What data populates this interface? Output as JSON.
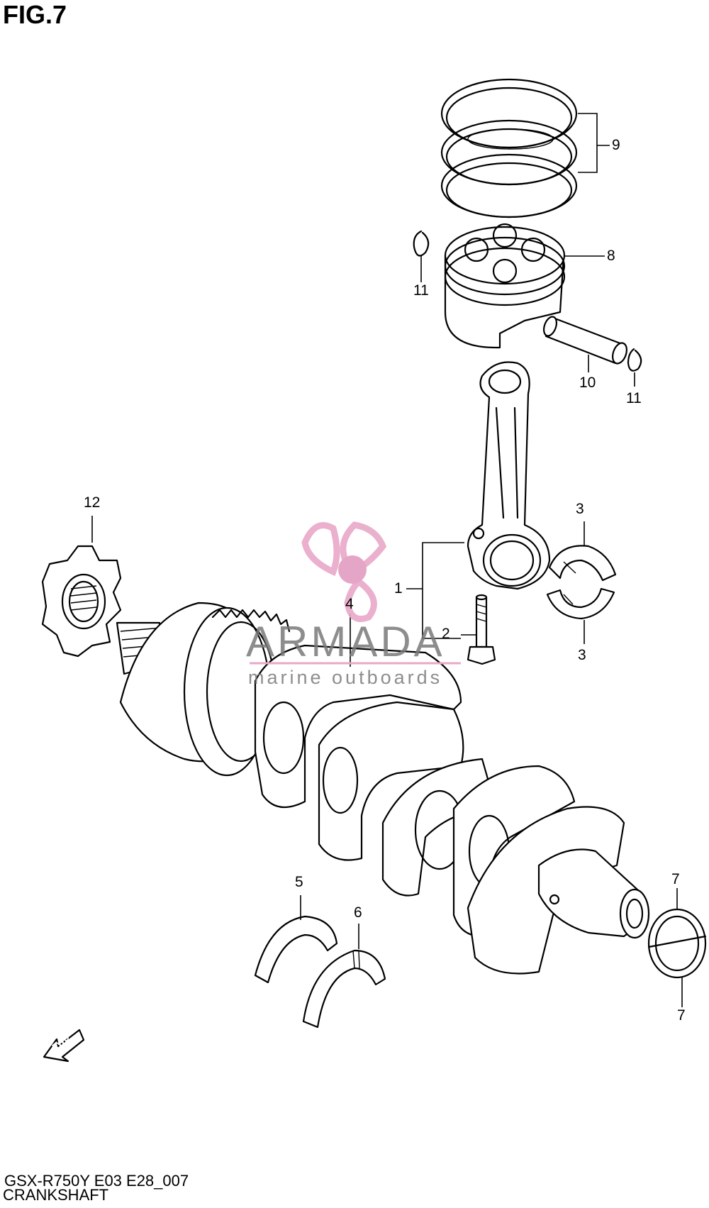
{
  "figure": {
    "title": "FIG.7",
    "model_code": "GSX-R750Y E03 E28_007",
    "section": "CRANKSHAFT"
  },
  "callouts": {
    "c1": "1",
    "c2": "2",
    "c3a": "3",
    "c3b": "3",
    "c4": "4",
    "c5": "5",
    "c6": "6",
    "c7a": "7",
    "c7b": "7",
    "c8": "8",
    "c9": "9",
    "c10": "10",
    "c11a": "11",
    "c11b": "11",
    "c12": "12"
  },
  "watermark": {
    "name": "ARMADA",
    "tagline": "marine outboards",
    "logo_color": "#e8a8c8",
    "logo_hub_color": "#e39cc0"
  },
  "fwd_arrow": {
    "label": "FWD"
  }
}
